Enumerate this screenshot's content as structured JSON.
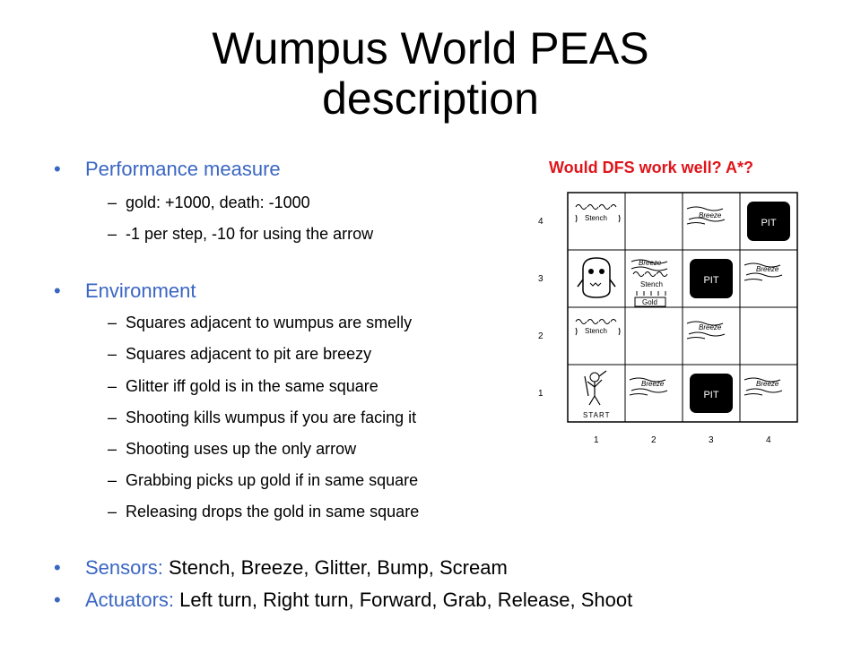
{
  "slide": {
    "title_line1": "Wumpus World PEAS",
    "title_line2": "description",
    "question": "Would DFS work well?  A*?",
    "performance": {
      "heading": "Performance measure",
      "items": [
        "gold: +1000, death: -1000",
        "-1 per step, -10 for using the arrow"
      ]
    },
    "environment": {
      "heading": "Environment",
      "items": [
        "Squares adjacent to wumpus are smelly",
        "Squares adjacent to pit are breezy",
        "Glitter iff gold is in the same square",
        "Shooting kills wumpus if you are facing it",
        "Shooting uses up the only arrow",
        "Grabbing picks up gold if in same square",
        "Releasing drops the gold in same square"
      ]
    },
    "sensors": {
      "label": "Sensors:",
      "text": " Stench, Breeze, Glitter, Bump, Scream"
    },
    "actuators": {
      "label": "Actuators:",
      "text": " Left turn, Right turn, Forward, Grab, Release, Shoot"
    },
    "bullet_symbol": "•",
    "dash_symbol": "–",
    "accent_blue": "#3a66c2",
    "accent_red": "#e0141a"
  },
  "grid": {
    "row_labels": [
      "4",
      "3",
      "2",
      "1"
    ],
    "col_labels": [
      "1",
      "2",
      "3",
      "4"
    ],
    "stench": "Stench",
    "breeze": "Breeze",
    "pit": "PIT",
    "gold": "Gold",
    "start": "START"
  }
}
